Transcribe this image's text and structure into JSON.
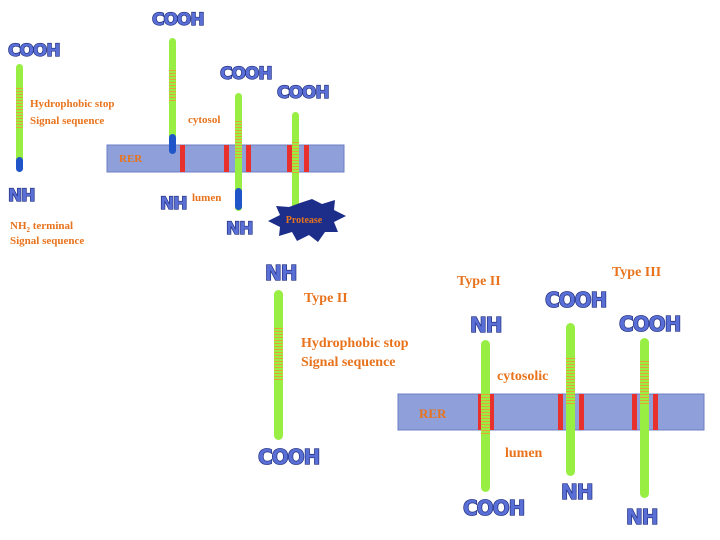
{
  "colors": {
    "membrane": "#8e9fd9",
    "membrane_edge": "#6c7fc4",
    "red_band": "#e8312c",
    "protein": "#99ee44",
    "hatch": "#e8a03a",
    "n_terminal_end": "#1f55c8",
    "label": "#e8731c",
    "terminal_text": "#5a6fd6",
    "protease": "#1c2e8a"
  },
  "top_diagram": {
    "terminals": {
      "cooh_1": "COOH",
      "cooh_2": "COOH",
      "cooh_3": "COOH",
      "cooh_4": "COOH",
      "nh_1": "NH",
      "nh_2": "NH",
      "nh_3": "NH"
    },
    "labels": {
      "hydrophobic_stop_line1": "Hydrophobic stop",
      "hydrophobic_stop_line2": "Signal sequence",
      "cytosol": "cytosol",
      "rer": "RER",
      "lumen": "lumen",
      "nh2_terminal_prefix": "NH",
      "nh2_terminal_sub": "2",
      "nh2_terminal_suffix": " terminal",
      "nh2_signal_sequence": "Signal sequence",
      "protease": "Protease"
    }
  },
  "middle_diagram": {
    "nh": "NH",
    "type": "Type II",
    "hydrophobic_stop_line1": "Hydrophobic stop",
    "hydrophobic_stop_line2": "Signal sequence",
    "cooh": "COOH"
  },
  "bottom_right_diagram": {
    "type_ii": "Type II",
    "type_iii": "Type III",
    "cooh_top_1": "COOH",
    "cooh_top_2": "COOH",
    "nh_top": "NH",
    "cytosolic": "cytosolic",
    "rer": "RER",
    "lumen": "lumen",
    "cooh_bottom": "COOH",
    "nh_bottom_1": "NH",
    "nh_bottom_2": "NH"
  }
}
